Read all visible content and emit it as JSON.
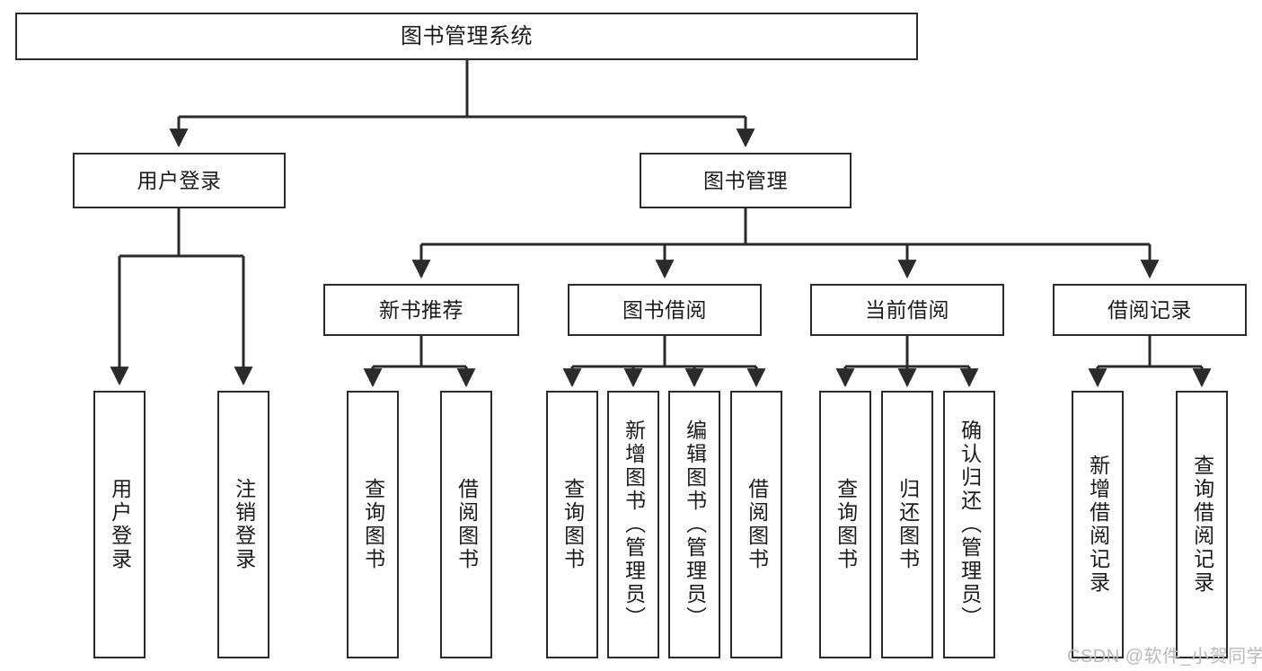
{
  "diagram": {
    "title": "图书管理系统",
    "type": "functional-structure-tree",
    "background_color": "#ffffff",
    "line_color": "#2b2b2b",
    "text_color": "#1b1b1b"
  },
  "nodes": {
    "root": {
      "label": "图书管理系统"
    },
    "level2": [
      {
        "label": "用户登录"
      },
      {
        "label": "图书管理"
      }
    ],
    "level3": [
      {
        "label": "新书推荐"
      },
      {
        "label": "图书借阅"
      },
      {
        "label": "当前借阅"
      },
      {
        "label": "借阅记录"
      }
    ],
    "leaves": {
      "user_login": [
        {
          "label": "用户登录"
        },
        {
          "label": "注销登录"
        }
      ],
      "new_book_recommend": [
        {
          "label": "查询图书"
        },
        {
          "label": "借阅图书"
        }
      ],
      "book_borrow": [
        {
          "label": "查询图书"
        },
        {
          "label": "新增图书（管理员）"
        },
        {
          "label": "编辑图书（管理员）"
        },
        {
          "label": "借阅图书"
        }
      ],
      "current_borrow": [
        {
          "label": "查询图书"
        },
        {
          "label": "归还图书"
        },
        {
          "label": "确认归还（管理员）"
        }
      ],
      "borrow_record": [
        {
          "label": "新增借阅记录"
        },
        {
          "label": "查询借阅记录"
        }
      ]
    }
  },
  "watermark": {
    "text": "CSDN @软件_小贺同学"
  }
}
